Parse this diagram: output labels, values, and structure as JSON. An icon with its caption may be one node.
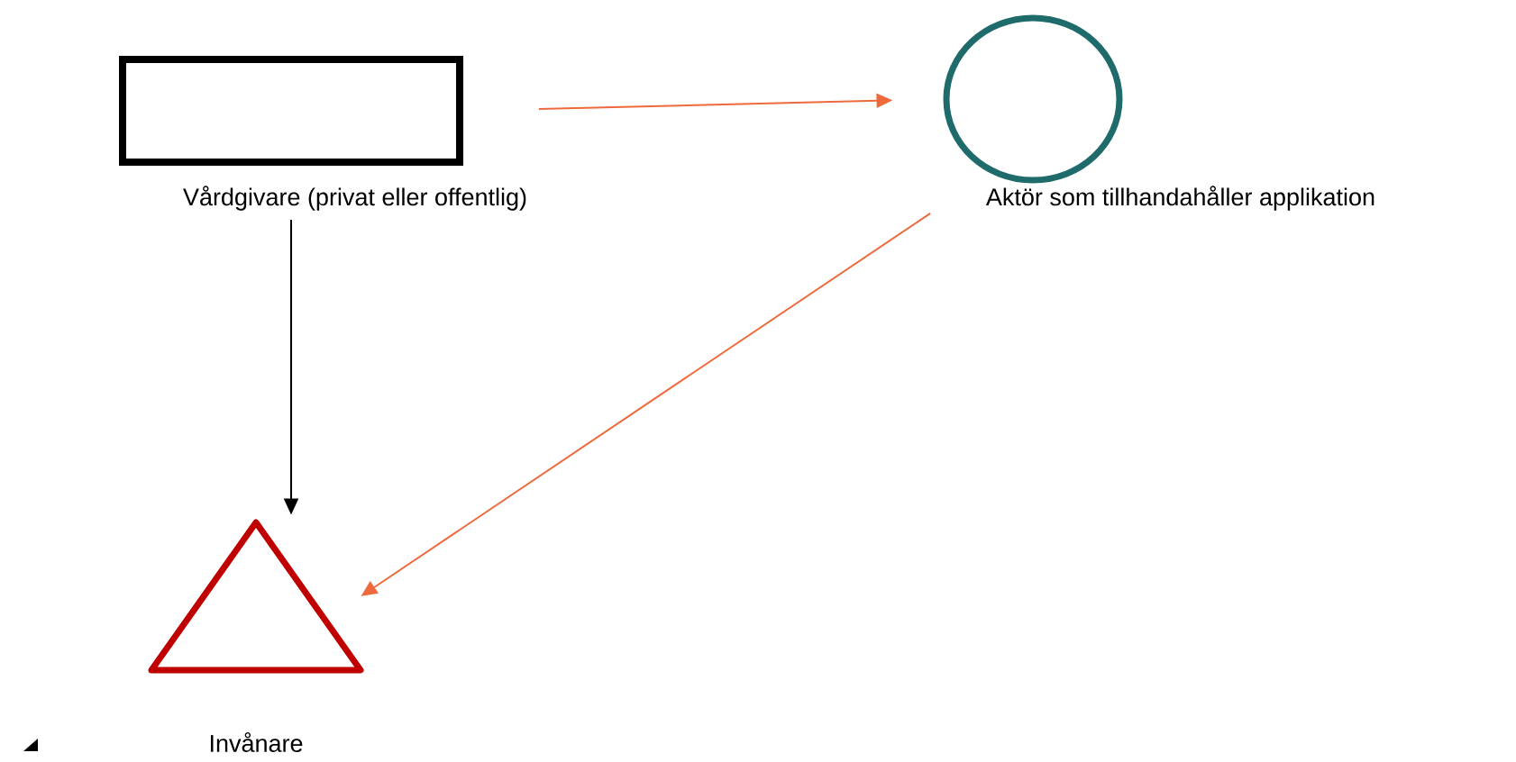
{
  "diagram": {
    "nodes": [
      {
        "text": [
          "Vårdgivare (privat eller offentlig)"
        ]
      },
      {
        "text": [
          "Aktör som tillhandahåller applikation"
        ]
      },
      {
        "text": [
          "Invånare"
        ]
      }
    ],
    "edges": [
      {
        "from": 0,
        "to": 1,
        "arrow": "to"
      },
      {
        "from": 1,
        "to": 2,
        "arrow": "to"
      },
      {
        "from": 0,
        "to": 2,
        "arrow": "to",
        "color": "#000000"
      }
    ]
  }
}
